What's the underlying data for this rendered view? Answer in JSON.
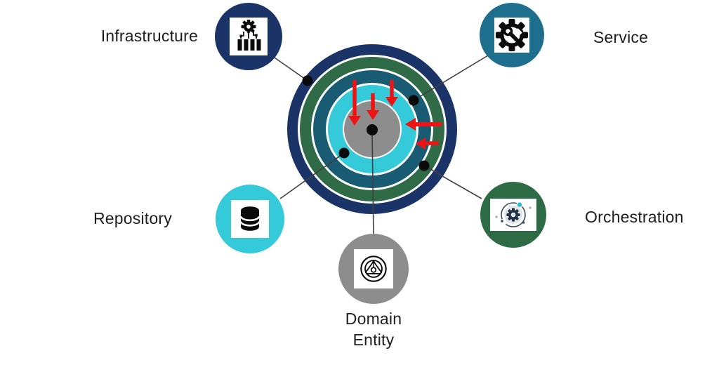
{
  "diagram": {
    "type": "onion-architecture",
    "center_rings": [
      {
        "layer": "outer-ring",
        "color": "#1b3468"
      },
      {
        "layer": "ring-2",
        "color": "#2e6b46"
      },
      {
        "layer": "ring-3",
        "color": "#185b73"
      },
      {
        "layer": "ring-4",
        "color": "#34cad9"
      },
      {
        "layer": "core",
        "color": "#8d8d8d"
      }
    ],
    "nodes": [
      {
        "id": "infrastructure",
        "label": "Infrastructure",
        "color": "#1b3468",
        "icon": "factory-circuit-icon"
      },
      {
        "id": "service",
        "label": "Service",
        "color": "#1e6e8e",
        "icon": "gear-wrench-icon"
      },
      {
        "id": "repository",
        "label": "Repository",
        "color": "#34cad9",
        "icon": "database-icon"
      },
      {
        "id": "orchestration",
        "label": "Orchestration",
        "color": "#2d6b44",
        "icon": "cycle-gear-icon"
      },
      {
        "id": "domain_entity",
        "label": "Domain Entity",
        "color": "#8d8d8d",
        "icon": "onion-layers-icon"
      }
    ],
    "arrows": {
      "color": "#ee1414",
      "direction": "inward",
      "count": 5
    },
    "connector": {
      "line_color": "#404040",
      "dot_color": "#0a0a0a"
    }
  }
}
